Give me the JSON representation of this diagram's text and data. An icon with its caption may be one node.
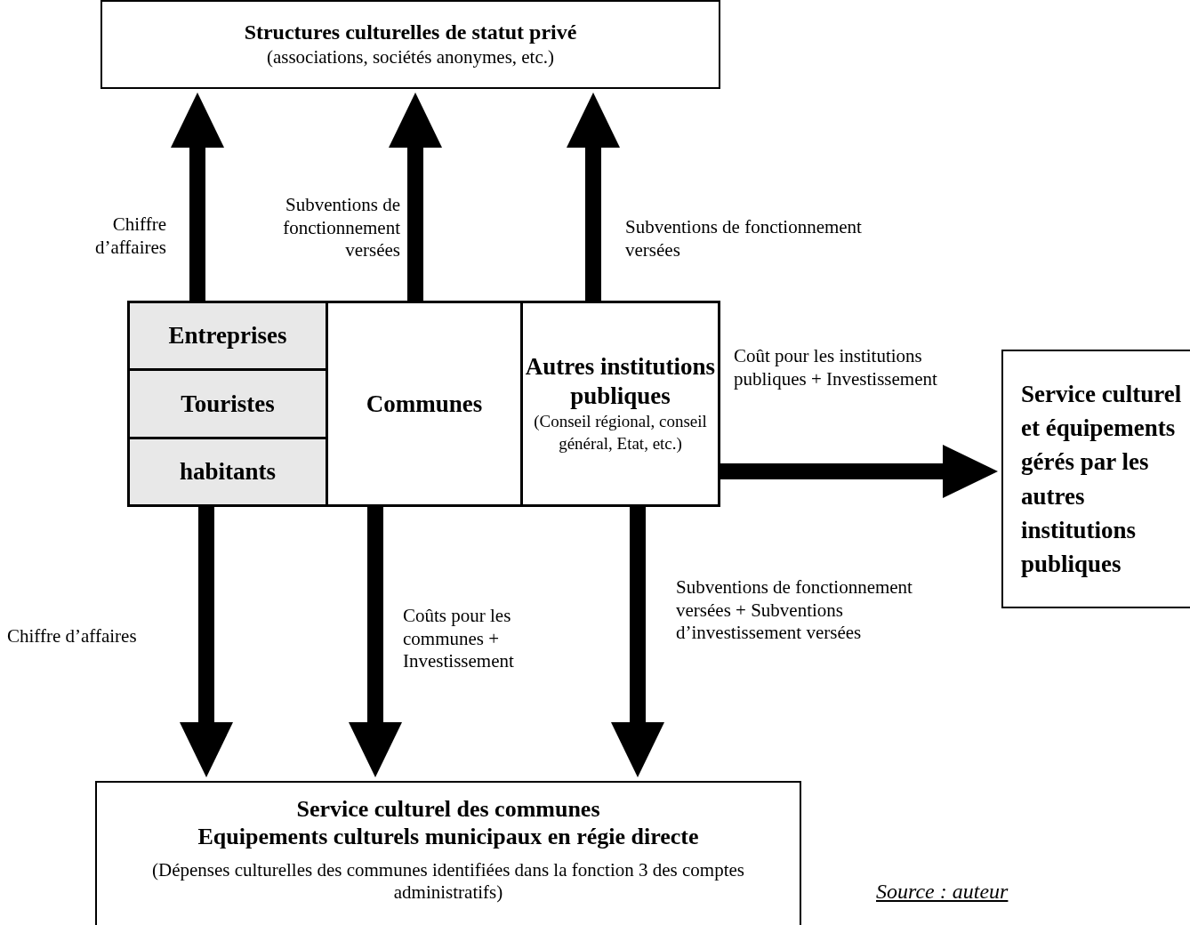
{
  "diagram": {
    "nodes": [
      {
        "text": [
          "Structures culturelles de statut privé",
          "(associations, sociétés anonymes, etc.)"
        ]
      },
      {
        "text": [
          "Entreprises"
        ]
      },
      {
        "text": [
          "Touristes"
        ]
      },
      {
        "text": [
          "habitants"
        ]
      },
      {
        "text": [
          "Communes"
        ]
      },
      {
        "text": [
          "Autres institutions publiques",
          "(Conseil régional, conseil général, Etat, etc.)"
        ]
      },
      {
        "text": [
          "Service culturel et équipements gérés par les autres institutions publiques"
        ]
      },
      {
        "text": [
          "Service culturel des communes",
          "Equipements culturels municipaux en régie directe",
          "(Dépenses culturelles des communes identifiées dans la fonction 3 des comptes administratifs)"
        ]
      }
    ],
    "edges": [
      {
        "from": 1,
        "to": 0,
        "arrow": "to",
        "label": "Chiffre d’affaires"
      },
      {
        "from": 4,
        "to": 0,
        "arrow": "to",
        "label": "Subventions de fonctionnement versées"
      },
      {
        "from": 5,
        "to": 0,
        "arrow": "to",
        "label": "Subventions de fonctionnement versées"
      },
      {
        "from": 5,
        "to": 6,
        "arrow": "to",
        "label": "Coût pour les institutions publiques + Investissement"
      },
      {
        "from": 3,
        "to": 7,
        "arrow": "to",
        "label": "Chiffre d’affaires"
      },
      {
        "from": 4,
        "to": 7,
        "arrow": "to",
        "label": "Coûts pour les communes + Investissement"
      },
      {
        "from": 5,
        "to": 7,
        "arrow": "to",
        "label": "Subventions de fonctionnement versées + Subventions d’investissement versées"
      }
    ],
    "labels": [
      "Source : auteur"
    ]
  }
}
